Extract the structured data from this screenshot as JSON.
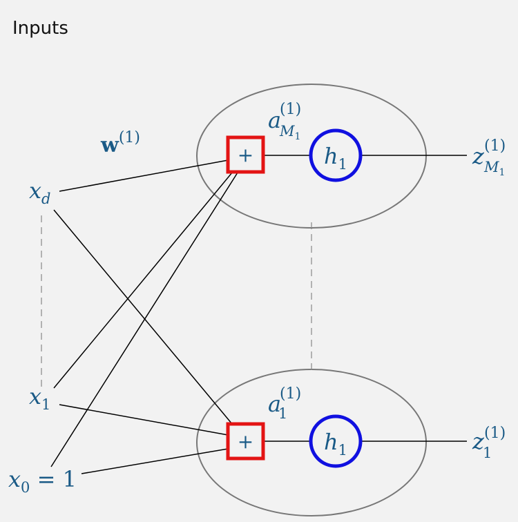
{
  "header": {
    "title": "Inputs"
  },
  "weights": {
    "symbol": "w",
    "sup": "(1)"
  },
  "inputs": {
    "xd": {
      "base": "x",
      "sub": "d"
    },
    "x1": {
      "base": "x",
      "sub": "1"
    },
    "x0": {
      "base": "x",
      "sub": "0",
      "rest": " = 1"
    }
  },
  "units": {
    "top": {
      "activation": {
        "base": "a",
        "sup": "(1)",
        "sub": "M",
        "subsub": "1"
      },
      "sum_symbol": "+",
      "nonlinearity": {
        "base": "h",
        "sub": "1"
      },
      "output": {
        "base": "z",
        "sup": "(1)",
        "sub": "M",
        "subsub": "1"
      }
    },
    "bottom": {
      "activation": {
        "base": "a",
        "sup": "(1)",
        "sub": "1"
      },
      "sum_symbol": "+",
      "nonlinearity": {
        "base": "h",
        "sub": "1"
      },
      "output": {
        "base": "z",
        "sup": "(1)",
        "sub": "1"
      }
    }
  },
  "colors": {
    "text": "#1a5a86",
    "sum_box": "#e31414",
    "activation_circle": "#1010e0",
    "unit_fill": "#f2f2f2",
    "unit_stroke": "#777777",
    "edge": "#000000",
    "dashed": "#888888"
  }
}
